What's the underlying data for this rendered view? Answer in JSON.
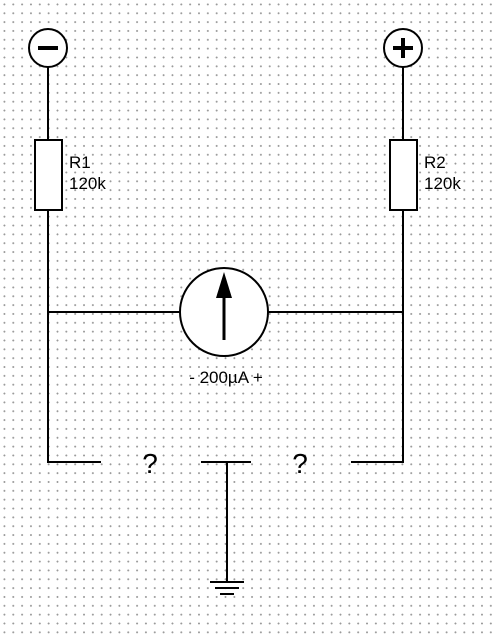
{
  "terminals": {
    "negative": {
      "symbol": "−"
    },
    "positive": {
      "symbol": "+"
    }
  },
  "resistors": [
    {
      "ref": "R1",
      "value": "120k"
    },
    {
      "ref": "R2",
      "value": "120k"
    }
  ],
  "meter": {
    "label": "- 200µA +"
  },
  "unknown_parts": [
    {
      "label": "?"
    },
    {
      "label": "?"
    }
  ],
  "icons": [
    "minus-terminal-icon",
    "plus-terminal-icon",
    "meter-arrow-icon",
    "ground-icon"
  ]
}
